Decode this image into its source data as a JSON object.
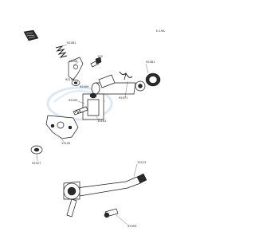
{
  "diagram": {
    "page_code": "E-19A",
    "parts": [
      {
        "number": "92081"
      },
      {
        "number": "13206"
      },
      {
        "number": "120"
      },
      {
        "number": "92153"
      },
      {
        "number": "92009"
      },
      {
        "number": "92081"
      },
      {
        "number": "92071"
      },
      {
        "number": "92049"
      },
      {
        "number": "13161"
      },
      {
        "number": "13109"
      },
      {
        "number": "92027"
      },
      {
        "number": "13213"
      },
      {
        "number": "92093"
      }
    ]
  },
  "colors": {
    "line": "#1a1a1a",
    "background": "#ffffff",
    "watermark": "#dbe9f5"
  }
}
